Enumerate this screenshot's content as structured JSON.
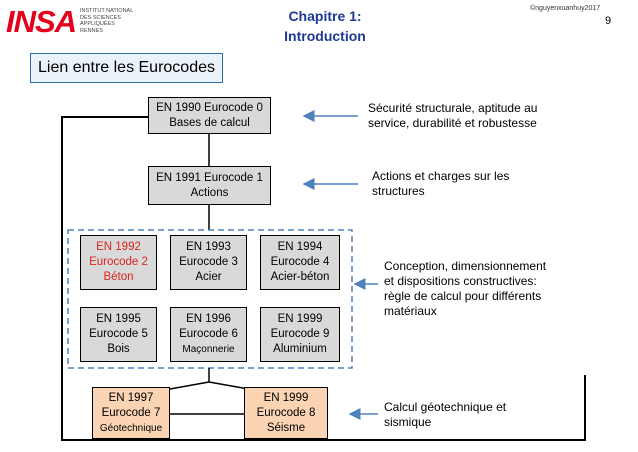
{
  "header": {
    "logo_text": "INSA",
    "logo_sub": [
      "INSTITUT NATIONAL",
      "DES SCIENCES",
      "APPLIQUÉES",
      "RENNES"
    ],
    "title_line1": "Chapitre 1:",
    "title_line2": "Introduction",
    "copyright": "©nguyenxuanhuy2017",
    "page_number": "9"
  },
  "section_badge": "Lien entre les Eurocodes",
  "boxes": {
    "ec0": [
      "EN 1990 Eurocode 0",
      "Bases de calcul"
    ],
    "ec1": [
      "EN 1991 Eurocode 1",
      "Actions"
    ],
    "ec2": [
      "EN 1992",
      "Eurocode 2",
      "Béton"
    ],
    "ec3": [
      "EN 1993",
      "Eurocode 3",
      "Acier"
    ],
    "ec4": [
      "EN 1994",
      "Eurocode 4",
      "Acier-béton"
    ],
    "ec5": [
      "EN 1995",
      "Eurocode 5",
      "Bois"
    ],
    "ec6": [
      "EN 1996",
      "Eurocode 6",
      "Maçonnerie"
    ],
    "ec9": [
      "EN 1999",
      "Eurocode 9",
      "Aluminium"
    ],
    "ec7": [
      "EN 1997",
      "Eurocode 7",
      "Géotechnique"
    ],
    "ec8": [
      "EN 1999",
      "Eurocode 8",
      "Séisme"
    ]
  },
  "notes": {
    "n1": [
      "Sécurité structurale, aptitude au",
      "service, durabilité et robustesse"
    ],
    "n2": [
      "Actions et charges sur les",
      "structures"
    ],
    "n3": [
      "Conception, dimensionnement",
      "et dispositions constructives:",
      "règle de calcul pour différents",
      "matériaux"
    ],
    "n4": [
      "Calcul géotechnique et",
      "sismique"
    ]
  },
  "colors": {
    "title": "#1f3a93",
    "logo": "#e2001a",
    "arrow": "#4f81bd",
    "dashed_group": "#4f81bd",
    "box_grey": "#d9d9d9",
    "box_peach": "#fbd4b4",
    "ec2_text": "#d9261c"
  }
}
